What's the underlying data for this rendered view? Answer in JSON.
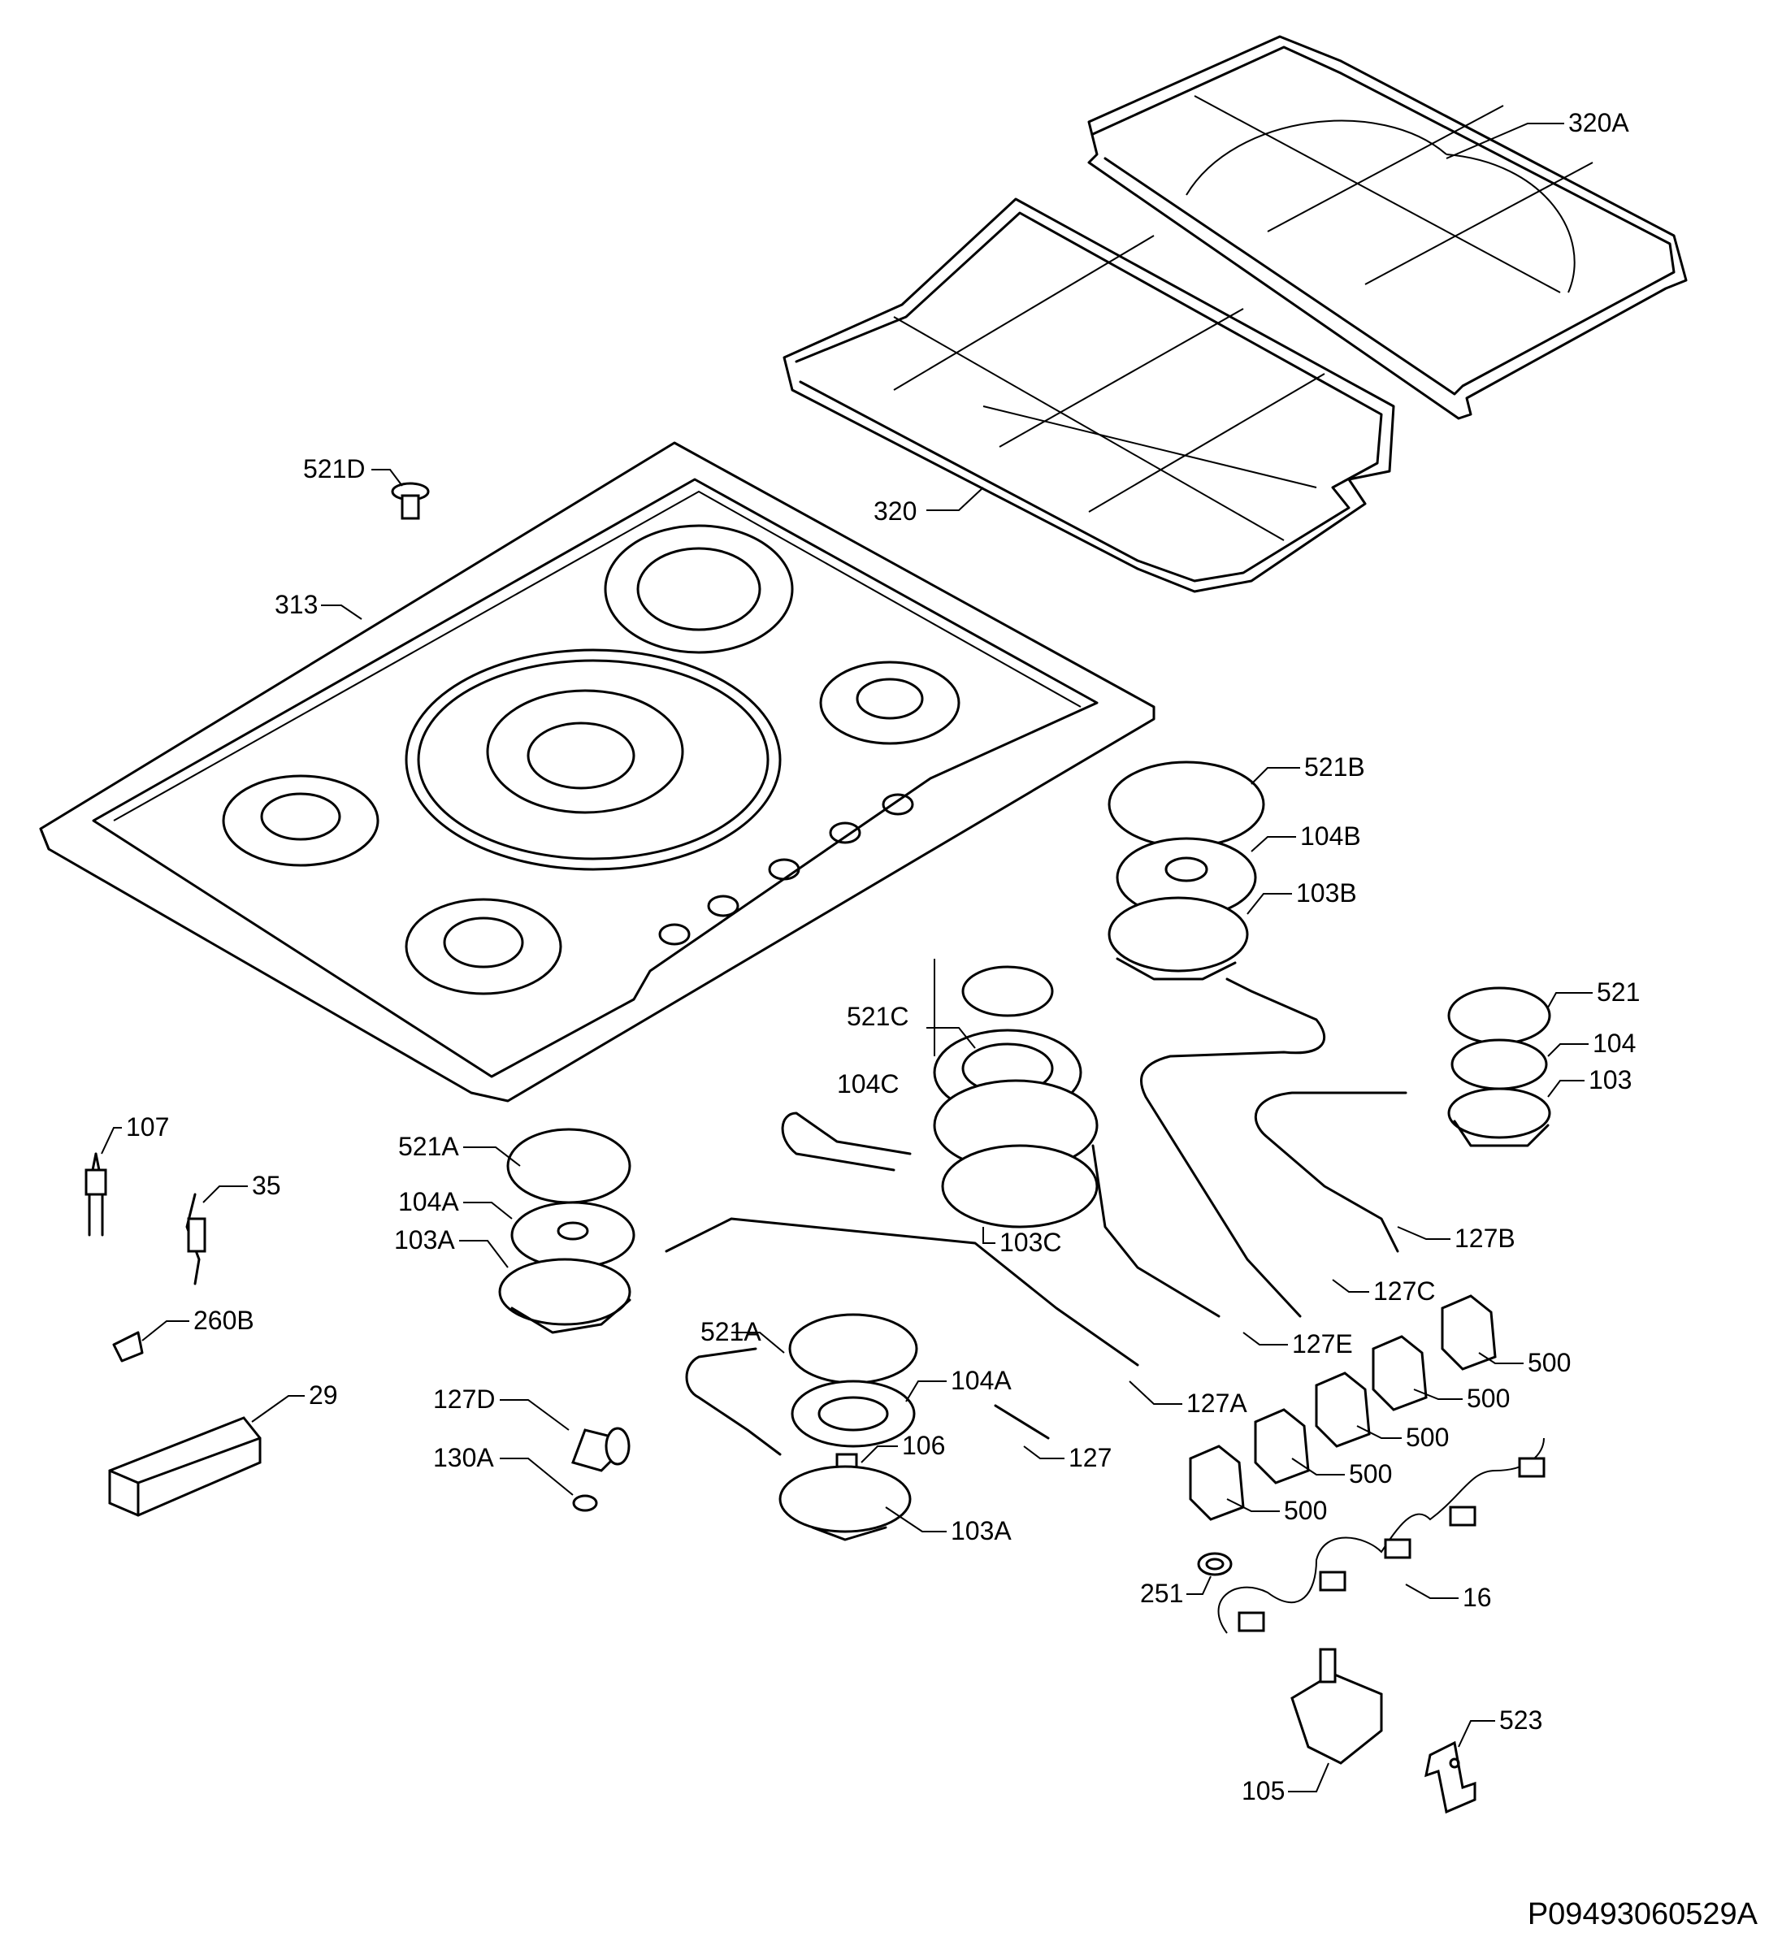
{
  "diagram_ref": "P09493060529A",
  "callouts": [
    {
      "id": "c320a",
      "text": "320A"
    },
    {
      "id": "c320",
      "text": "320"
    },
    {
      "id": "c521d",
      "text": "521D"
    },
    {
      "id": "c313",
      "text": "313"
    },
    {
      "id": "c521b",
      "text": "521B"
    },
    {
      "id": "c104b",
      "text": "104B"
    },
    {
      "id": "c103b",
      "text": "103B"
    },
    {
      "id": "c521",
      "text": "521"
    },
    {
      "id": "c104",
      "text": "104"
    },
    {
      "id": "c103",
      "text": "103"
    },
    {
      "id": "c521c",
      "text": "521C"
    },
    {
      "id": "c104c",
      "text": "104C"
    },
    {
      "id": "c103c",
      "text": "103C"
    },
    {
      "id": "c107",
      "text": "107"
    },
    {
      "id": "c35",
      "text": "35"
    },
    {
      "id": "c521a1",
      "text": "521A"
    },
    {
      "id": "c104a1",
      "text": "104A"
    },
    {
      "id": "c103a1",
      "text": "103A"
    },
    {
      "id": "c127b",
      "text": "127B"
    },
    {
      "id": "c127c",
      "text": "127C"
    },
    {
      "id": "c127e",
      "text": "127E"
    },
    {
      "id": "c260b",
      "text": "260B"
    },
    {
      "id": "c500a",
      "text": "500"
    },
    {
      "id": "c500b",
      "text": "500"
    },
    {
      "id": "c500c",
      "text": "500"
    },
    {
      "id": "c500d",
      "text": "500"
    },
    {
      "id": "c500e",
      "text": "500"
    },
    {
      "id": "c29",
      "text": "29"
    },
    {
      "id": "c521a2",
      "text": "521A"
    },
    {
      "id": "c104a2",
      "text": "104A"
    },
    {
      "id": "c127a",
      "text": "127A"
    },
    {
      "id": "c127d",
      "text": "127D"
    },
    {
      "id": "c106",
      "text": "106"
    },
    {
      "id": "c127",
      "text": "127"
    },
    {
      "id": "c130a",
      "text": "130A"
    },
    {
      "id": "c103a2",
      "text": "103A"
    },
    {
      "id": "c251",
      "text": "251"
    },
    {
      "id": "c16",
      "text": "16"
    },
    {
      "id": "c523",
      "text": "523"
    },
    {
      "id": "c105",
      "text": "105"
    }
  ]
}
